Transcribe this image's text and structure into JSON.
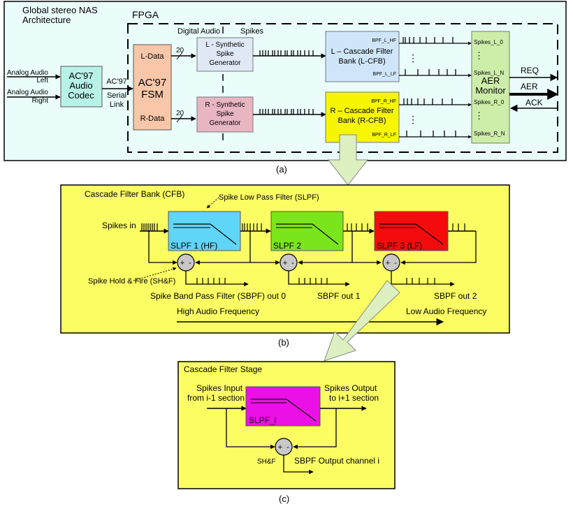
{
  "colors": {
    "panel_a_bg": "#eafdfb",
    "panel_b_bg": "#fbfd63",
    "panel_c_bg": "#fbfd63",
    "codec": "#b8f2e6",
    "fsm": "#f8c6a8",
    "l_gen": "#dfe9f6",
    "r_gen": "#e8b6c2",
    "l_cfb": "#cfe6fa",
    "r_cfb": "#f6f603",
    "aer": "#cdeea8",
    "slpf1": "#5fd5f7",
    "slpf2": "#7be51b",
    "slpf3": "#f40c0c",
    "slpf_i": "#ea10e6",
    "adder": "#c8c8c8",
    "big_arrow": "#dcf0c0"
  },
  "panel_a": {
    "title_line1": "Global stereo NAS",
    "title_line2": "Architecture",
    "fpga": "FPGA",
    "analog_left_1": "Analog Audio",
    "analog_left_2": "Left",
    "analog_right_1": "Analog Audio",
    "analog_right_2": "Right",
    "codec_1": "AC'97",
    "codec_2": "Audio",
    "codec_3": "Codec",
    "ac97_label": "AC'97",
    "serial_1": "Serial",
    "serial_2": "Link",
    "fsm_1": "AC'97",
    "fsm_2": "FSM",
    "l_data": "L-Data",
    "r_data": "R-Data",
    "bus_width_l": "20",
    "bus_width_r": "20",
    "digital_audio": "Digital Audio",
    "spikes": "Spikes",
    "l_gen_1": "L - Synthetic",
    "l_gen_2": "Spike",
    "l_gen_3": "Generator",
    "r_gen_1": "R - Synthetic",
    "r_gen_2": "Spike",
    "r_gen_3": "Generator",
    "l_cfb_1": "L – Cascade Filter",
    "l_cfb_2": "Bank (L-CFB)",
    "r_cfb_1": "R – Cascade Filter",
    "r_cfb_2": "Bank (R-CFB)",
    "l_hf": "BPF_L_HF",
    "l_lf": "BPF_L_LF",
    "r_hf": "BPF_R_HF",
    "r_lf": "BPF_R_LF",
    "dots": "⋮",
    "aer_1": "AER",
    "aer_2": "Monitor",
    "spk_l0": "Spikes_L_0",
    "spk_ln": "Spikes_L_N",
    "spk_r0": "Spikes_R_0",
    "spk_rn": "Spikes_R_N",
    "req": "REQ",
    "aer": "AER",
    "ack": "ACK",
    "caption": "(a)"
  },
  "panel_b": {
    "title": "Cascade Filter Bank (CFB)",
    "slpf_callout": "Spike Low Pass Filter (SLPF)",
    "spikes_in": "Spikes in",
    "slpf1": "SLPF 1 (HF)",
    "slpf2": "SLPF 2",
    "slpf3": "SLPF 3 (LF)",
    "shf": "Spike Hold & Fire (SH&F)",
    "out0": "Spike Band Pass Filter (SBPF) out 0",
    "out1": "SBPF out 1",
    "out2": "SBPF out 2",
    "high": "High Audio Frequency",
    "low": "Low Audio Frequency",
    "plus": "+",
    "minus": "-",
    "caption": "(b)"
  },
  "panel_c": {
    "title": "Cascade Filter Stage",
    "in_1": "Spikes Input",
    "in_2": "from i-1 section",
    "out_1": "Spikes Output",
    "out_2": "to i+1 section",
    "slpf": "SLPF_i",
    "shf": "SH&F",
    "sbpf": "SBPF Output channel i",
    "plus": "+",
    "minus": "-",
    "caption": "(c)"
  }
}
